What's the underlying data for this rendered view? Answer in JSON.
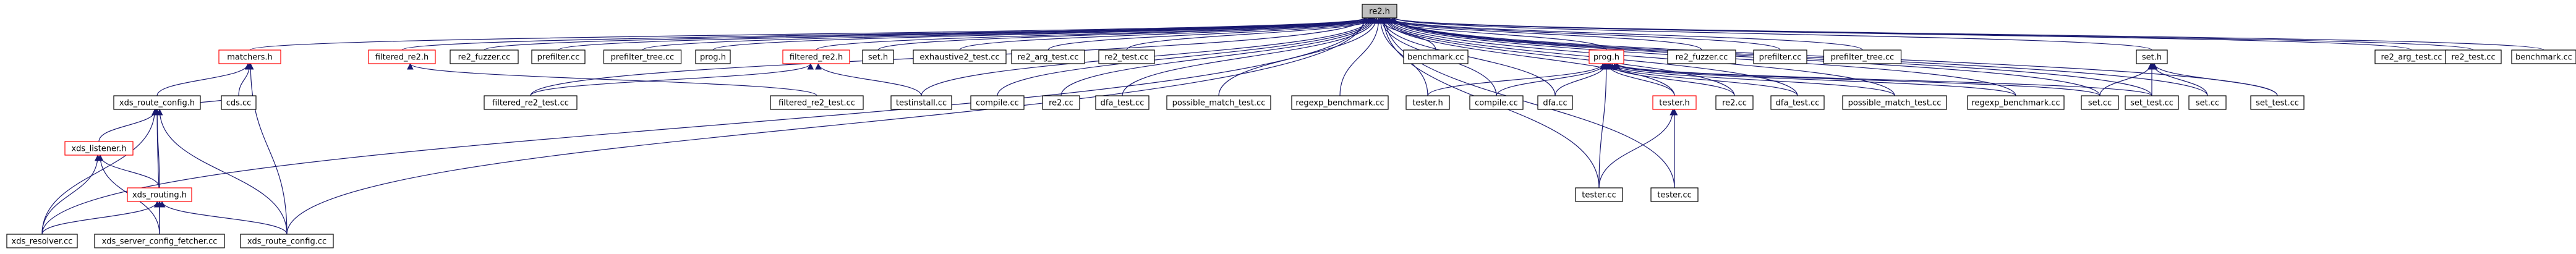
{
  "graph": {
    "root": "re2.h",
    "colors": {
      "edge": "#191970",
      "node_border": "#000000",
      "node_border_incomplete": "#ff0000",
      "root_fill": "#bfbfbf"
    },
    "nodes": [
      {
        "id": "re2_h",
        "label": "re2.h",
        "style": "root"
      },
      {
        "id": "matchers_h",
        "label": "matchers.h",
        "style": "red"
      },
      {
        "id": "filtered_re2_h_a",
        "label": "filtered_re2.h",
        "style": "red"
      },
      {
        "id": "re2_fuzzer_a",
        "label": "re2_fuzzer.cc",
        "style": "normal"
      },
      {
        "id": "prefilter_a",
        "label": "prefilter.cc",
        "style": "normal"
      },
      {
        "id": "prefilter_tree_a",
        "label": "prefilter_tree.cc",
        "style": "normal"
      },
      {
        "id": "prog_h_a",
        "label": "prog.h",
        "style": "normal"
      },
      {
        "id": "filtered_re2_h_b",
        "label": "filtered_re2.h",
        "style": "red"
      },
      {
        "id": "set_h_a",
        "label": "set.h",
        "style": "normal"
      },
      {
        "id": "exhaustive2",
        "label": "exhaustive2_test.cc",
        "style": "normal"
      },
      {
        "id": "re2_arg_test_a",
        "label": "re2_arg_test.cc",
        "style": "normal"
      },
      {
        "id": "re2_test_a",
        "label": "re2_test.cc",
        "style": "normal"
      },
      {
        "id": "benchmark_a",
        "label": "benchmark.cc",
        "style": "normal"
      },
      {
        "id": "prog_h_b",
        "label": "prog.h",
        "style": "red"
      },
      {
        "id": "re2_fuzzer_b",
        "label": "re2_fuzzer.cc",
        "style": "normal"
      },
      {
        "id": "prefilter_b",
        "label": "prefilter.cc",
        "style": "normal"
      },
      {
        "id": "prefilter_tree_b",
        "label": "prefilter_tree.cc",
        "style": "normal"
      },
      {
        "id": "set_h_b",
        "label": "set.h",
        "style": "normal"
      },
      {
        "id": "re2_arg_test_b",
        "label": "re2_arg_test.cc",
        "style": "normal"
      },
      {
        "id": "re2_test_b",
        "label": "re2_test.cc",
        "style": "normal"
      },
      {
        "id": "benchmark_b",
        "label": "benchmark.cc",
        "style": "normal"
      },
      {
        "id": "xds_route_config_h",
        "label": "xds_route_config.h",
        "style": "normal"
      },
      {
        "id": "cds_cc",
        "label": "cds.cc",
        "style": "normal"
      },
      {
        "id": "filtered_re2_test_a",
        "label": "filtered_re2_test.cc",
        "style": "normal"
      },
      {
        "id": "filtered_re2_test_b",
        "label": "filtered_re2_test.cc",
        "style": "normal"
      },
      {
        "id": "testinstall",
        "label": "testinstall.cc",
        "style": "normal"
      },
      {
        "id": "compile_a",
        "label": "compile.cc",
        "style": "normal"
      },
      {
        "id": "re2_cc_a",
        "label": "re2.cc",
        "style": "normal"
      },
      {
        "id": "dfa_test_a",
        "label": "dfa_test.cc",
        "style": "normal"
      },
      {
        "id": "possible_match_a",
        "label": "possible_match_test.cc",
        "style": "normal"
      },
      {
        "id": "regexp_bench_a",
        "label": "regexp_benchmark.cc",
        "style": "normal"
      },
      {
        "id": "tester_h_a",
        "label": "tester.h",
        "style": "normal"
      },
      {
        "id": "compile_b",
        "label": "compile.cc",
        "style": "normal"
      },
      {
        "id": "dfa_cc",
        "label": "dfa.cc",
        "style": "normal"
      },
      {
        "id": "tester_h_b",
        "label": "tester.h",
        "style": "red"
      },
      {
        "id": "re2_cc_b",
        "label": "re2.cc",
        "style": "normal"
      },
      {
        "id": "dfa_test_b",
        "label": "dfa_test.cc",
        "style": "normal"
      },
      {
        "id": "possible_match_b",
        "label": "possible_match_test.cc",
        "style": "normal"
      },
      {
        "id": "regexp_bench_b",
        "label": "regexp_benchmark.cc",
        "style": "normal"
      },
      {
        "id": "set_cc_a",
        "label": "set.cc",
        "style": "normal"
      },
      {
        "id": "set_test_a",
        "label": "set_test.cc",
        "style": "normal"
      },
      {
        "id": "set_cc_b",
        "label": "set.cc",
        "style": "normal"
      },
      {
        "id": "set_test_b",
        "label": "set_test.cc",
        "style": "normal"
      },
      {
        "id": "xds_listener_h",
        "label": "xds_listener.h",
        "style": "red"
      },
      {
        "id": "xds_routing_h",
        "label": "xds_routing.h",
        "style": "red"
      },
      {
        "id": "tester_cc_a",
        "label": "tester.cc",
        "style": "normal"
      },
      {
        "id": "tester_cc_b",
        "label": "tester.cc",
        "style": "normal"
      },
      {
        "id": "xds_resolver",
        "label": "xds_resolver.cc",
        "style": "normal"
      },
      {
        "id": "xds_server_config_fetcher",
        "label": "xds_server_config_fetcher.cc",
        "style": "normal"
      },
      {
        "id": "xds_route_config_cc",
        "label": "xds_route_config.cc",
        "style": "normal"
      }
    ],
    "edges": [
      [
        "matchers_h",
        "re2_h"
      ],
      [
        "filtered_re2_h_a",
        "re2_h"
      ],
      [
        "re2_fuzzer_a",
        "re2_h"
      ],
      [
        "prefilter_a",
        "re2_h"
      ],
      [
        "prefilter_tree_a",
        "re2_h"
      ],
      [
        "prog_h_a",
        "re2_h"
      ],
      [
        "filtered_re2_h_b",
        "re2_h"
      ],
      [
        "set_h_a",
        "re2_h"
      ],
      [
        "exhaustive2",
        "re2_h"
      ],
      [
        "re2_arg_test_a",
        "re2_h"
      ],
      [
        "re2_test_a",
        "re2_h"
      ],
      [
        "benchmark_a",
        "re2_h"
      ],
      [
        "prog_h_b",
        "re2_h"
      ],
      [
        "re2_fuzzer_b",
        "re2_h"
      ],
      [
        "prefilter_b",
        "re2_h"
      ],
      [
        "prefilter_tree_b",
        "re2_h"
      ],
      [
        "set_h_b",
        "re2_h"
      ],
      [
        "re2_arg_test_b",
        "re2_h"
      ],
      [
        "re2_test_b",
        "re2_h"
      ],
      [
        "benchmark_b",
        "re2_h"
      ],
      [
        "xds_resolver",
        "re2_h"
      ],
      [
        "xds_route_config_cc",
        "re2_h"
      ],
      [
        "filtered_re2_test_a",
        "re2_h"
      ],
      [
        "testinstall",
        "re2_h"
      ],
      [
        "compile_a",
        "re2_h"
      ],
      [
        "re2_cc_a",
        "re2_h"
      ],
      [
        "dfa_test_a",
        "re2_h"
      ],
      [
        "possible_match_a",
        "re2_h"
      ],
      [
        "regexp_bench_a",
        "re2_h"
      ],
      [
        "tester_h_a",
        "re2_h"
      ],
      [
        "compile_b",
        "re2_h"
      ],
      [
        "dfa_cc",
        "re2_h"
      ],
      [
        "tester_h_b",
        "re2_h"
      ],
      [
        "re2_cc_b",
        "re2_h"
      ],
      [
        "dfa_test_b",
        "re2_h"
      ],
      [
        "possible_match_b",
        "re2_h"
      ],
      [
        "regexp_bench_b",
        "re2_h"
      ],
      [
        "set_cc_a",
        "re2_h"
      ],
      [
        "set_test_a",
        "re2_h"
      ],
      [
        "set_cc_b",
        "re2_h"
      ],
      [
        "set_test_b",
        "re2_h"
      ],
      [
        "tester_cc_a",
        "re2_h"
      ],
      [
        "tester_cc_b",
        "re2_h"
      ],
      [
        "xds_route_config_h",
        "matchers_h"
      ],
      [
        "xds_route_config_cc",
        "matchers_h"
      ],
      [
        "cds_cc",
        "matchers_h"
      ],
      [
        "filtered_re2_test_b",
        "filtered_re2_h_a"
      ],
      [
        "filtered_re2_test_a",
        "filtered_re2_h_b"
      ],
      [
        "testinstall",
        "filtered_re2_h_b"
      ],
      [
        "compile_b",
        "prog_h_b"
      ],
      [
        "dfa_cc",
        "prog_h_b"
      ],
      [
        "tester_h_b",
        "prog_h_b"
      ],
      [
        "re2_cc_b",
        "prog_h_b"
      ],
      [
        "dfa_test_b",
        "prog_h_b"
      ],
      [
        "possible_match_b",
        "prog_h_b"
      ],
      [
        "regexp_bench_b",
        "prog_h_b"
      ],
      [
        "set_cc_a",
        "prog_h_b"
      ],
      [
        "set_test_a",
        "prog_h_b"
      ],
      [
        "tester_cc_a",
        "prog_h_b"
      ],
      [
        "tester_h_a",
        "prog_h_b"
      ],
      [
        "tester_cc_a",
        "tester_h_b"
      ],
      [
        "tester_cc_b",
        "tester_h_b"
      ],
      [
        "set_cc_a",
        "set_h_b"
      ],
      [
        "set_test_a",
        "set_h_b"
      ],
      [
        "set_cc_b",
        "set_h_b"
      ],
      [
        "set_test_b",
        "set_h_b"
      ],
      [
        "cds_cc",
        "xds_route_config_h"
      ],
      [
        "xds_listener_h",
        "xds_route_config_h"
      ],
      [
        "xds_routing_h",
        "xds_route_config_h"
      ],
      [
        "xds_resolver",
        "xds_route_config_h"
      ],
      [
        "xds_server_config_fetcher",
        "xds_route_config_h"
      ],
      [
        "xds_route_config_cc",
        "xds_route_config_h"
      ],
      [
        "xds_resolver",
        "xds_listener_h"
      ],
      [
        "xds_server_config_fetcher",
        "xds_listener_h"
      ],
      [
        "xds_routing_h",
        "xds_listener_h"
      ],
      [
        "xds_resolver",
        "xds_routing_h"
      ],
      [
        "xds_server_config_fetcher",
        "xds_routing_h"
      ],
      [
        "xds_route_config_cc",
        "xds_routing_h"
      ]
    ]
  }
}
